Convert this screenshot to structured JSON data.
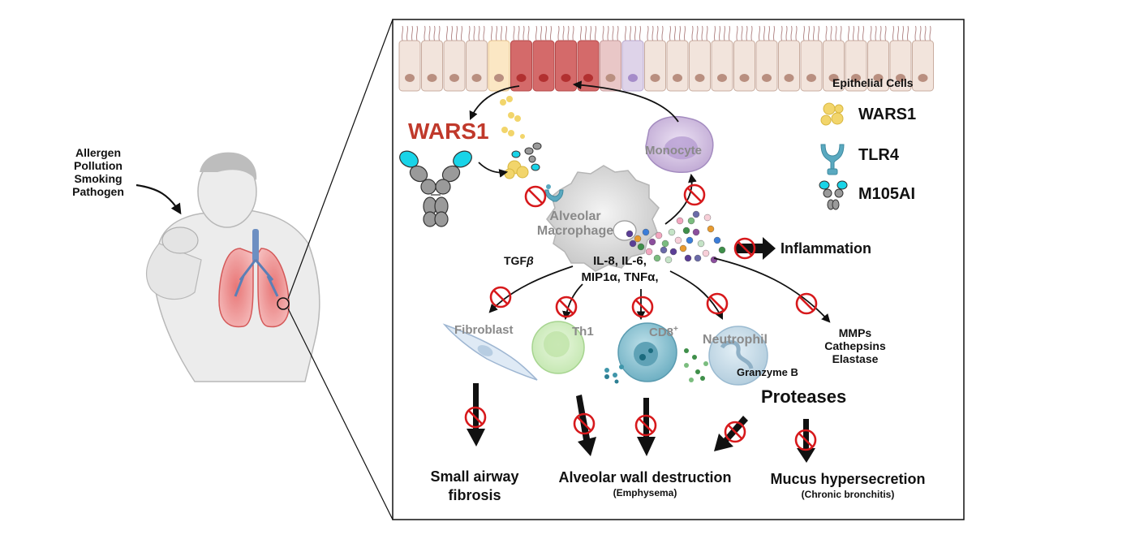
{
  "triggers": [
    "Allergen",
    "Pollution",
    "Smoking",
    "Pathogen"
  ],
  "epithelial_label": "Epithelial Cells",
  "wars1_title": "WARS1",
  "legend": [
    {
      "label": "WARS1",
      "icon": "wars1-protein-icon"
    },
    {
      "label": "TLR4",
      "icon": "tlr4-receptor-icon"
    },
    {
      "label": "M105AI",
      "icon": "antibody-icon"
    }
  ],
  "cells": {
    "monocyte": "Monocyte",
    "macrophage_line1": "Alveolar",
    "macrophage_line2": "Macrophage",
    "fibroblast": "Fibroblast",
    "th1": "Th1",
    "cd8": "CD8",
    "cd8_sup": "+",
    "neutrophil": "Neutrophil"
  },
  "cytokines": {
    "tgfb": "TGF",
    "tgfb_beta": "β",
    "line1": "IL-8, IL-6,",
    "line2": "MIP1α, TNFα,"
  },
  "inflammation": "Inflammation",
  "proteases_list": [
    "MMPs",
    "Cathepsins",
    "Elastase"
  ],
  "granzyme": "Granzyme B",
  "proteases": "Proteases",
  "outcomes": {
    "fibrosis_line1": "Small airway",
    "fibrosis_line2": "fibrosis",
    "emphysema": "Alveolar wall destruction",
    "emphysema_sub": "(Emphysema)",
    "mucus": "Mucus hypersecretion",
    "mucus_sub": "(Chronic bronchitis)"
  },
  "colors": {
    "wars1_red": "#c0392b",
    "inhibit_red": "#d7191c",
    "wars1_yellow": "#f2d56b",
    "tlr4_blue": "#5aa9c0",
    "antibody_cyan": "#19d4e8",
    "antibody_grey": "#8c8c8c"
  }
}
